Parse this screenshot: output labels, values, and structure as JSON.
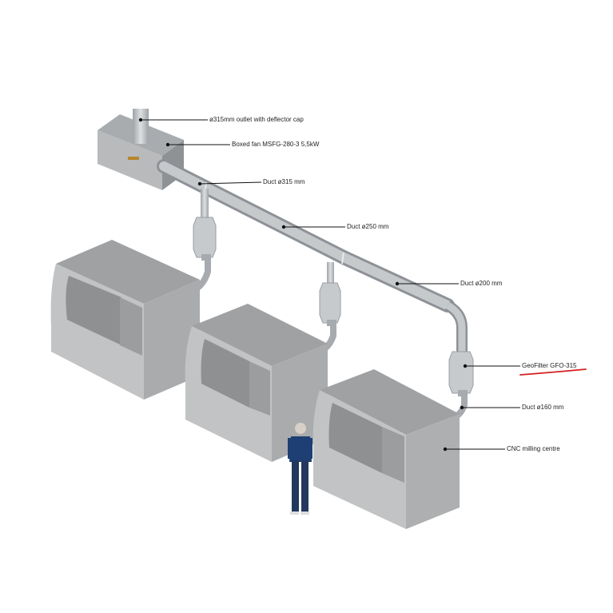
{
  "labels": {
    "outlet": "ø315mm outlet with deflector cap",
    "fan": "Boxed fan MSFG-280-3 5,5kW",
    "duct315": "Duct ø315 mm",
    "duct250": "Duct ø250 mm",
    "duct200": "Duct ø200 mm",
    "filter": "GeoFilter GFO-315",
    "duct160": "Duct ø160 mm",
    "machine": "CNC milling centre"
  },
  "colors": {
    "machine_light": "#b9babb",
    "machine_mid": "#a4a5a6",
    "machine_dark": "#7d7e80",
    "machine_window": "#8c8d8f",
    "duct": "#b5b9bd",
    "duct_dark": "#8e9296",
    "filter": "#c7cacc",
    "figure_shirt": "#1d3f73",
    "figure_pants": "#22385e",
    "annotation_underline": "#d42020"
  }
}
